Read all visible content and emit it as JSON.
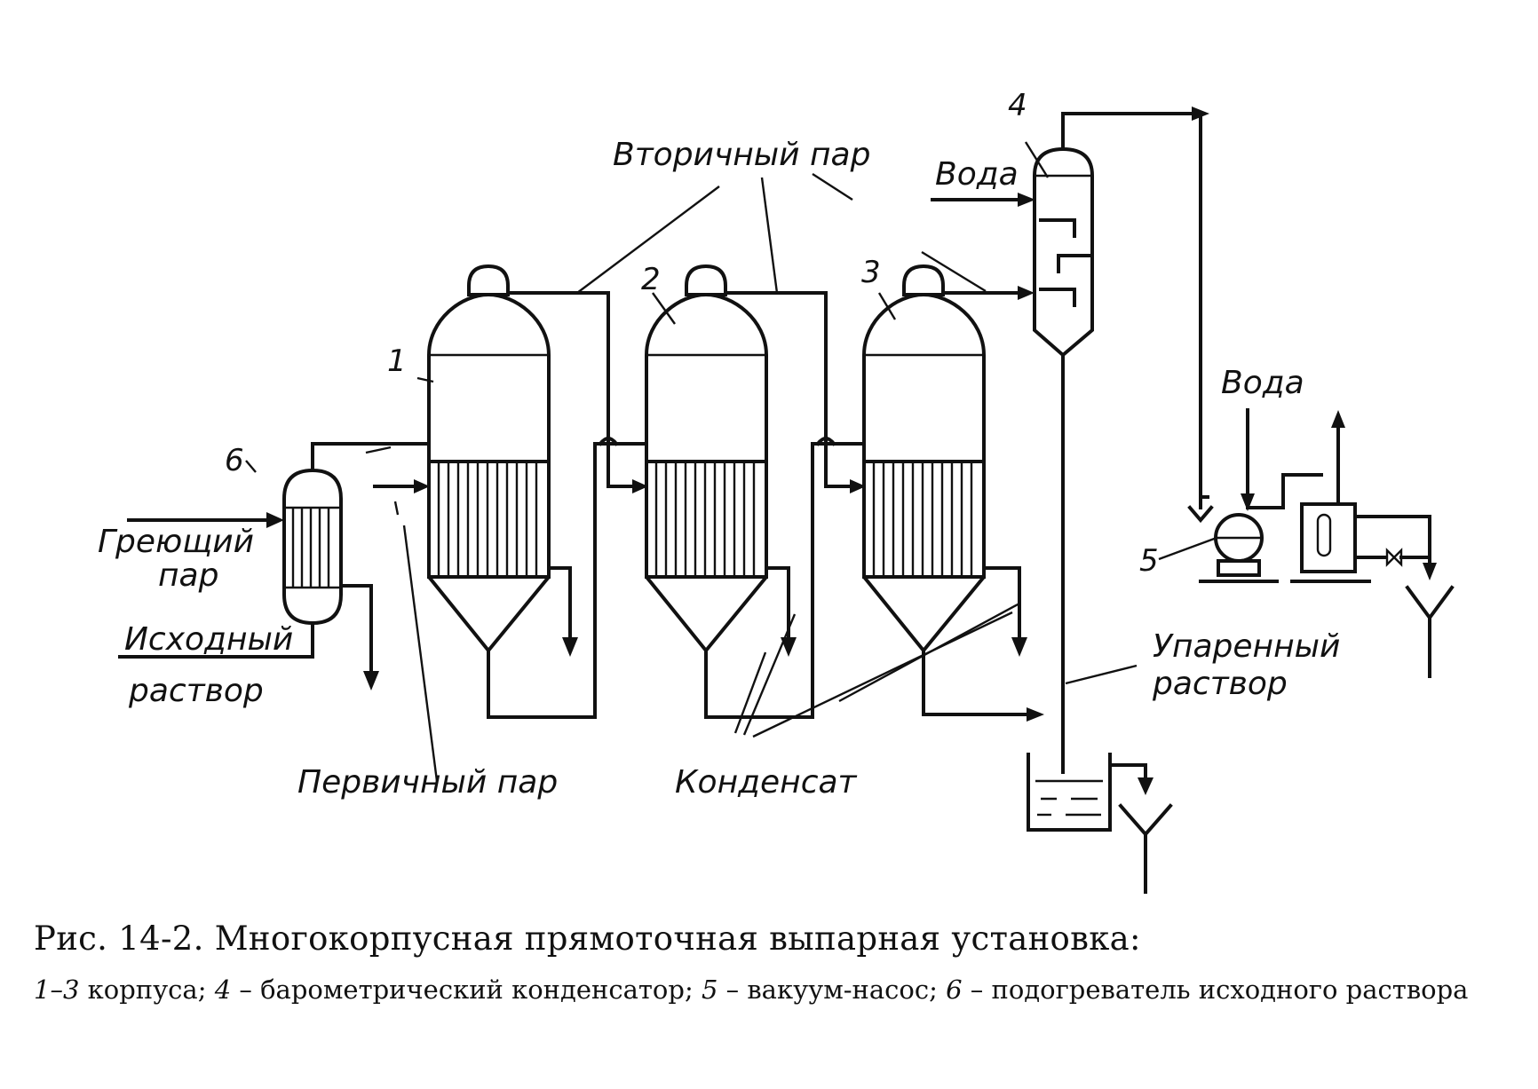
{
  "labels": {
    "secondary_steam": "Вторичный пар",
    "water_top": "Вода",
    "water_pump": "Вода",
    "heating_steam_1": "Греющий",
    "heating_steam_2": "пар",
    "initial_solution_1": "Исходный",
    "initial_solution_2": "раствор",
    "primary_steam": "Первичный пар",
    "condensate": "Конденсат",
    "evaporated_solution_1": "Упаренный",
    "evaporated_solution_2": "раствор"
  },
  "numbers": {
    "n1": "1",
    "n2": "2",
    "n3": "3",
    "n4": "4",
    "n5": "5",
    "n6": "6"
  },
  "caption": {
    "title": "Рис. 14-2. Многокорпусная прямоточная выпарная установка:",
    "legend": [
      {
        "num": "1–3",
        "text": " корпуса; "
      },
      {
        "num": "4",
        "text": " – барометрический конденсатор; "
      },
      {
        "num": "5",
        "text": " – вакуум-насос; "
      },
      {
        "num": "6",
        "text": " – подогреватель исходного раствора"
      }
    ]
  }
}
